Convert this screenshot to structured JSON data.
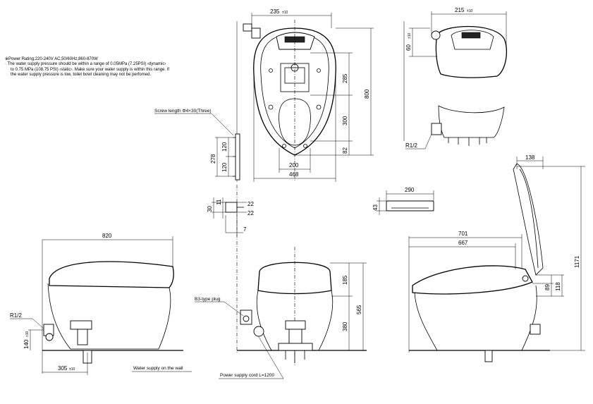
{
  "notes": {
    "power_rating": "※Power Rating:220-240V AC,50/60Hz,860-870W",
    "pressure_line1": "·  The water supply pressure should be within a range of 0.05MPa (7.25PSI) ‹dynamic›",
    "pressure_line2": "to 0.75 MPa (108.75 PSI) ‹static›. Make sure your water supply is within this range. If",
    "pressure_line3": "the water supply pressure is low, toilet bowl cleaning may not be perfomed."
  },
  "labels": {
    "screw_length": "Screw length Φ4×30(Three)",
    "b3_plug": "B3-type plug",
    "power_cord": "Power supply cord L=1200",
    "water_supply_wall": "Water supply on the wall",
    "r12_top": "R1/2",
    "r12_left": "R1/2"
  },
  "dimensions": {
    "top_235": "235",
    "top_235_tol": "±10",
    "top_215": "215",
    "top_215_tol": "±10",
    "d60": "60",
    "d60_tol": "±10",
    "d285": "285",
    "d300": "300",
    "d82": "82",
    "d800": "800",
    "d200": "200",
    "d468": "468",
    "d278": "278",
    "d120a": "120",
    "d120b": "120",
    "d138": "138",
    "d290": "290",
    "d43": "43",
    "d30": "30",
    "d11": "11",
    "d22a": "22",
    "d22b": "22",
    "d7": "7",
    "d820": "820",
    "d701": "701",
    "d667": "667",
    "d1171": "1171",
    "d185": "185",
    "d565": "565",
    "d380": "380",
    "d89": "89",
    "d118": "118",
    "d140": "140",
    "d140_tol": "±10",
    "d305": "305",
    "d305_tol": "±10"
  }
}
